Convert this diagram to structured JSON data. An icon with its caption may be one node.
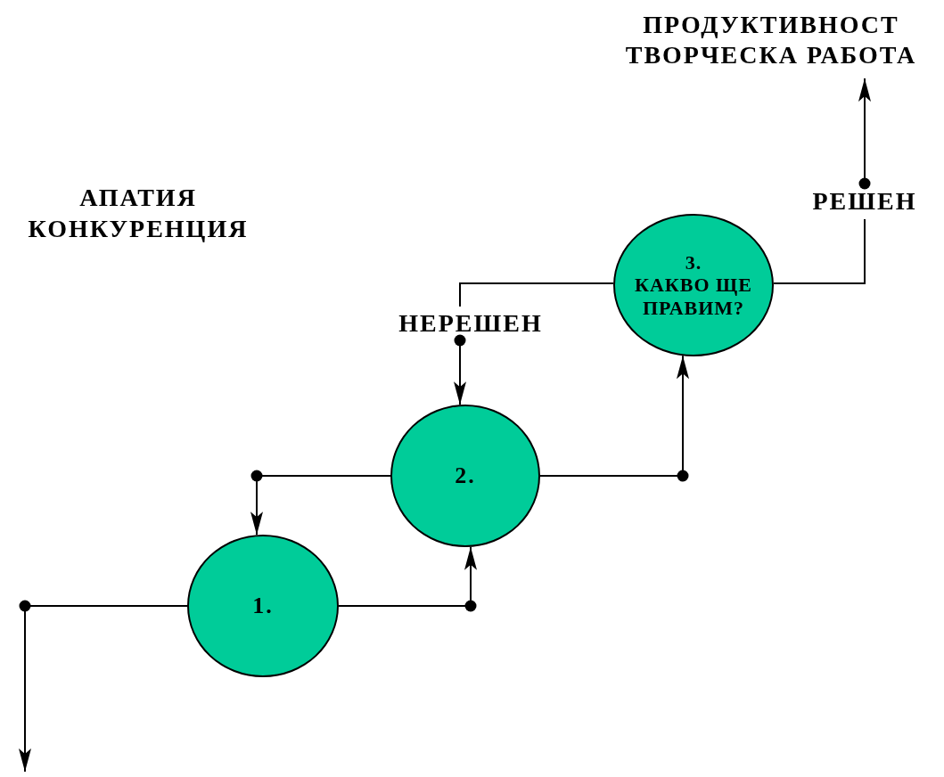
{
  "diagram": {
    "nodes": [
      {
        "text": [
          "1."
        ]
      },
      {
        "text": [
          "2."
        ]
      },
      {
        "text": [
          "3.",
          "КАКВО ЩЕ ПРАВИМ?"
        ]
      },
      {
        "text": [
          "НЕРЕШЕН"
        ]
      },
      {
        "text": [
          "РЕШЕН"
        ]
      },
      {
        "text": [
          "ПРОДУКТИВНОСТ ТВОРЧЕСКА РАБОТА"
        ]
      }
    ],
    "edges": [
      {
        "from": 0,
        "to": null,
        "arrow": "to"
      },
      {
        "from": 0,
        "to": 1,
        "arrow": "to"
      },
      {
        "from": 1,
        "to": 0,
        "arrow": "to"
      },
      {
        "from": 1,
        "to": 2,
        "arrow": "to"
      },
      {
        "from": 2,
        "to": 3,
        "arrow": "none"
      },
      {
        "from": 3,
        "to": 1,
        "arrow": "to"
      },
      {
        "from": 2,
        "to": 4,
        "arrow": "none"
      },
      {
        "from": 4,
        "to": 5,
        "arrow": "to"
      }
    ],
    "labels": [
      "АПАТИЯ КОНКУРЕНЦИЯ"
    ]
  }
}
